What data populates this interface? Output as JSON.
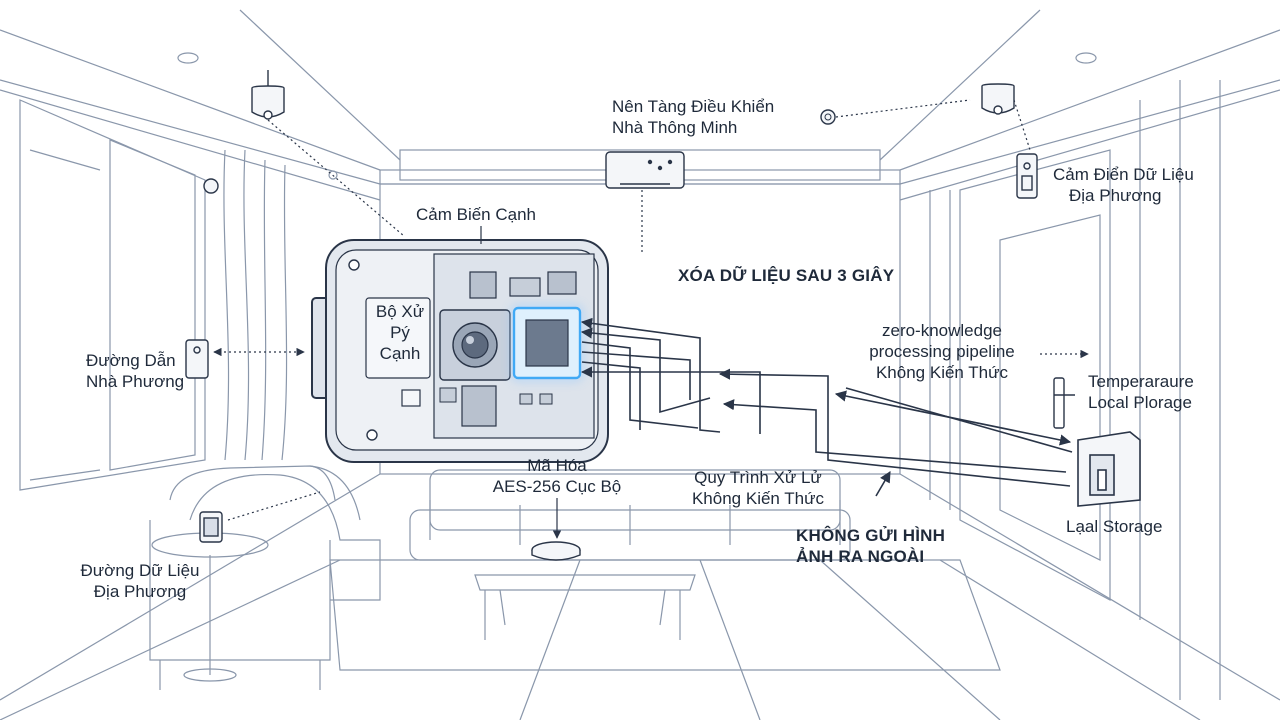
{
  "labels": {
    "platform": [
      "Nên Tàng Điều Khiển",
      "Nhà Thông Minh"
    ],
    "edge_sensor": "Cảm Biến Cạnh",
    "delete_notice": "XÓA DỮ LIỆU SAU 3 GIÂY",
    "local_data_sensor": [
      "Cảm Điển Dữ Liệu",
      "Địa Phương"
    ],
    "edge_processor": [
      "Bộ Xử",
      "Pý",
      "Cạnh"
    ],
    "home_path": [
      "Đường Dẫn",
      "Nhà Phương"
    ],
    "pipeline": [
      "zero-knowledge",
      "processing pipeline",
      "Không Kiến Thức"
    ],
    "temperature": [
      "Temperaraure",
      "Local Plorage"
    ],
    "encryption": [
      "Mã Hóa",
      "AES-256 Cục Bộ"
    ],
    "zk_process": [
      "Quy Trình Xử Lử",
      "Không Kiến Thức"
    ],
    "no_send": [
      "KHÔNG GỬI HÌNH",
      "ẢNH RA NGOÀI"
    ],
    "local_storage": "Lạal Storage",
    "local_data_path": [
      "Đường Dữ Liệu",
      "Địa Phương"
    ]
  },
  "colors": {
    "line": "#2a3548",
    "sketch": "#8a97ab",
    "glow": "#3fa9f5",
    "device_fill": "#e9edf3"
  }
}
